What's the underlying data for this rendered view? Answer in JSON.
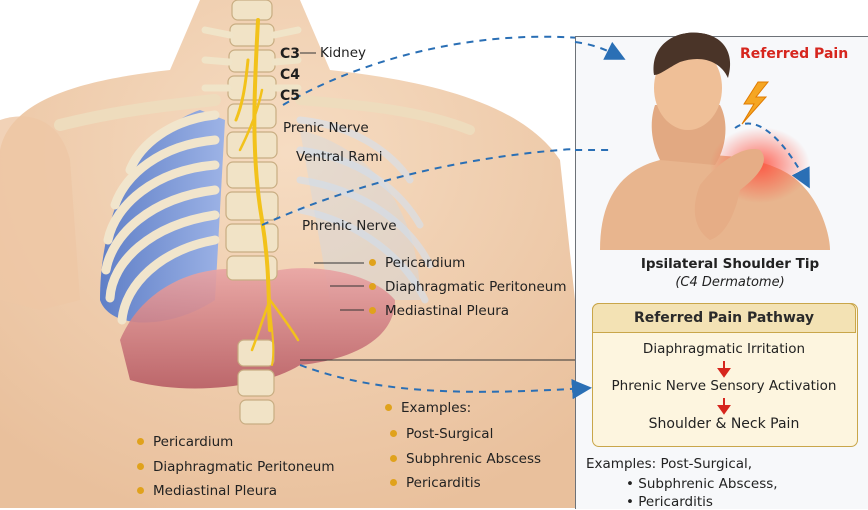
{
  "spine_labels": {
    "c3": "C3",
    "kidney": "Kidney",
    "c4": "C4",
    "c5": "C5"
  },
  "nerve_labels": {
    "prenic": "Prenic Nerve",
    "ventral": "Ventral Rami",
    "phrenic": "Phrenic Nerve"
  },
  "sources_right": [
    "Pericardium",
    "Diaphragmatic Peritoneum",
    "Mediastinal Pleura"
  ],
  "sources_bottom": [
    "Pericardium",
    "Diaphragmatic Peritoneum",
    "Mediastinal Pleura"
  ],
  "examples_center": {
    "heading": "Examples:",
    "items": [
      "Post-Surgical",
      "Subphrenic Abscess",
      "Pericarditis"
    ]
  },
  "referred_pain_label": "Referred Pain",
  "shoulder": {
    "title": "Ipsilateral Shoulder Tip",
    "subtitle": "(C4 Dermatome)"
  },
  "pathway": {
    "title": "Referred Pain Pathway",
    "steps": [
      "Diaphragmatic Irritation",
      "Phrenic Nerve Sensory Activation",
      "Shoulder & Neck Pain"
    ]
  },
  "examples_panel": {
    "line1": "Examples: Post-Surgical,",
    "items": [
      "Subphrenic Abscess,",
      "Pericarditis"
    ]
  },
  "colors": {
    "nerve": "#f2c21b",
    "arrow": "#2a6fb5",
    "pain": "#e8362a",
    "bullet": "#e0a21c",
    "box_border": "#c9a64a"
  }
}
